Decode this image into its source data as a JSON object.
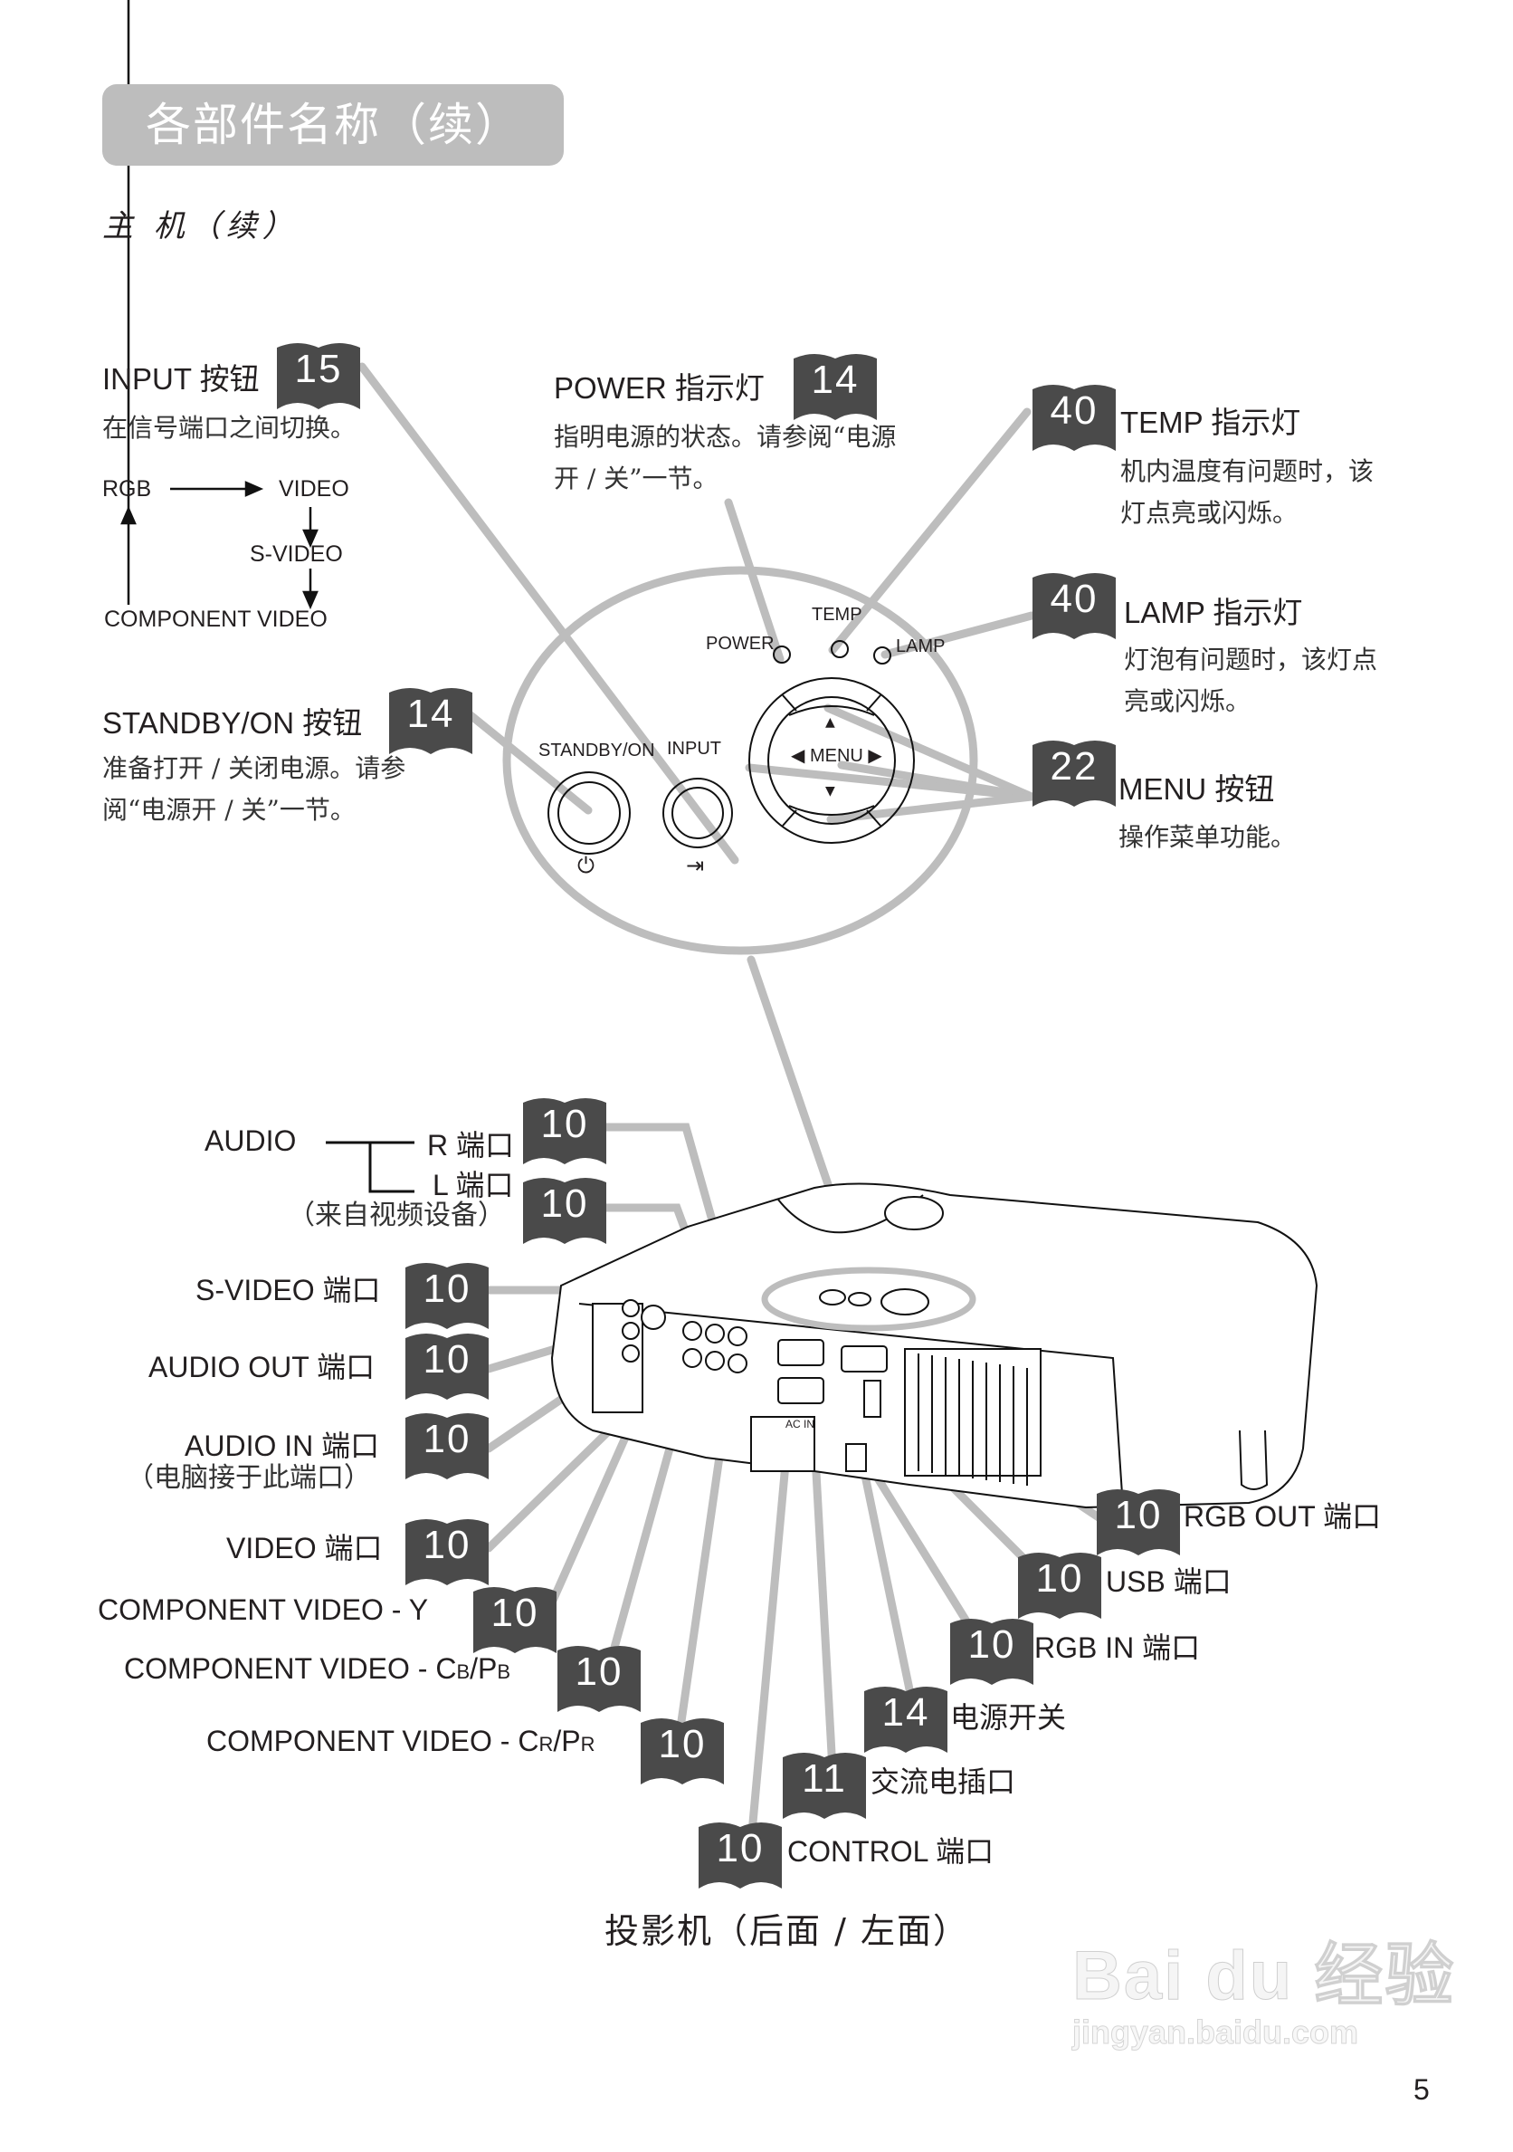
{
  "section_title": "各部件名称（续）",
  "subtitle": "主 机（续）",
  "callouts": {
    "input": {
      "label": "INPUT 按钮",
      "page": "15",
      "desc": "在信号端口之间切换。"
    },
    "input_flow": {
      "rgb": "RGB",
      "video": "VIDEO",
      "svideo": "S-VIDEO",
      "component": "COMPONENT VIDEO"
    },
    "standby": {
      "label": "STANDBY/ON 按钮",
      "page": "14",
      "desc": "准备打开 / 关闭电源。请参阅“电源开 / 关”一节。"
    },
    "power": {
      "label": "POWER 指示灯",
      "page": "14",
      "desc": "指明电源的状态。请参阅“电源开 / 关”一节。"
    },
    "temp": {
      "label": "TEMP 指示灯",
      "page": "40",
      "desc": "机内温度有问题时，该灯点亮或闪烁。"
    },
    "lamp": {
      "label": "LAMP 指示灯",
      "page": "40",
      "desc": "灯泡有问题时，该灯点亮或闪烁。"
    },
    "menu": {
      "label": "MENU 按钮",
      "page": "22",
      "desc": "操作菜单功能。"
    }
  },
  "panel": {
    "power": "POWER",
    "temp": "TEMP",
    "lamp": "LAMP",
    "standby": "STANDBY/ON",
    "input": "INPUT",
    "menu": "◀ MENU ▶",
    "up": "▲",
    "down": "▼",
    "power_symbol": "⏻",
    "input_symbol": "⇥"
  },
  "ports": {
    "audio_group": "AUDIO",
    "audio_r": {
      "label": "R 端口",
      "page": "10"
    },
    "audio_l": {
      "label": "L 端口",
      "page": "10"
    },
    "audio_note": "（来自视频设备）",
    "svideo": {
      "label": "S-VIDEO 端口",
      "page": "10"
    },
    "audio_out": {
      "label": "AUDIO OUT 端口",
      "page": "10"
    },
    "audio_in": {
      "label": "AUDIO IN 端口",
      "page": "10",
      "note": "（电脑接于此端口）"
    },
    "video": {
      "label": "VIDEO 端口",
      "page": "10"
    },
    "comp_y": {
      "label": "COMPONENT VIDEO - Y",
      "page": "10"
    },
    "comp_cb": {
      "label": "COMPONENT VIDEO - C",
      "sub1": "B",
      "mid": "/P",
      "sub2": "B",
      "page": "10"
    },
    "comp_cr": {
      "label": "COMPONENT VIDEO - C",
      "sub1": "R",
      "mid": "/P",
      "sub2": "R",
      "page": "10"
    },
    "rgb_out": {
      "label": "RGB OUT 端口",
      "page": "10"
    },
    "usb": {
      "label": "USB 端口",
      "page": "10"
    },
    "rgb_in": {
      "label": "RGB IN 端口",
      "page": "10"
    },
    "power_switch": {
      "label": "电源开关",
      "page": "14"
    },
    "ac_inlet": {
      "label": "交流电插口",
      "page": "11"
    },
    "control": {
      "label": "CONTROL 端口",
      "page": "10"
    }
  },
  "projector_labels": {
    "ac_in": "AC IN"
  },
  "caption": "投影机（后面 / 左面）",
  "page_number": "5",
  "watermark": {
    "logo": "Bai du 经验",
    "url": "jingyan.baidu.com"
  }
}
